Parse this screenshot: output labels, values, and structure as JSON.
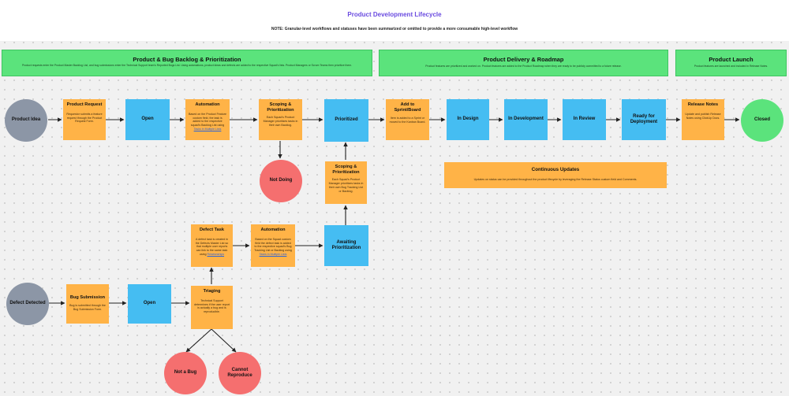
{
  "header": {
    "title": "Product Development Lifecycle",
    "note": "NOTE: Granular-level workflows and statuses have been summarized or omitted to provide a more consumable high-level workflow"
  },
  "phases": [
    {
      "title": "Product & Bug Backlog & Prioritization",
      "desc": "Product requests enter the Product Master Backlog List, and bug submissions enter the Technical Support team's Reported Bugs List. Using automations, product ideas and defects are added to the respective Squad's lists. Product Managers or Scrum Teams then prioritize them."
    },
    {
      "title": "Product Delivery & Roadmap",
      "desc": "Product features are prioritized and worked on. Product features are added to the Product Roadmap when they are ready to be publicly committed to a future release."
    },
    {
      "title": "Product Launch",
      "desc": "Product features are launched and included in Release Notes."
    }
  ],
  "nodes": {
    "product_idea": "Product Idea",
    "product_request": {
      "title": "Product Request",
      "desc": "Requestor submits a feature request through the Product Request Form."
    },
    "open_1": "Open",
    "automation_1": {
      "title": "Automation",
      "desc": "Based on the Product Feature custom field, the task is added to the respective squad's Backlog List using"
    },
    "automation_1_link": "Tasks in Multiple Lists",
    "scoping_1": {
      "title": "Scoping & Prioritization",
      "desc": "Each Squad's Product Manager prioritizes tasks in their own Backlog."
    },
    "prioritized": "Prioritized",
    "add_sprint": {
      "title": "Add to Sprint/Board",
      "desc": "Item is added to a Sprint or moved to the Kanban Board."
    },
    "in_design": "In Design",
    "in_development": "In Development",
    "in_review": "In Review",
    "ready_deploy": "Ready for Deployment",
    "release_notes": {
      "title": "Release Notes",
      "desc": "Update and publish Release Notes using ClickUp Docs."
    },
    "closed": "Closed",
    "not_doing": "Not Doing",
    "scoping_2": {
      "title": "Scoping & Prioritization",
      "desc": "Each Squad's Product Manager prioritizes tasks in their own Bug Tracking List or Backlog."
    },
    "continuous_updates": {
      "title": "Continuous Updates",
      "desc": "Updates on status can be provided throughout the product lifecycle by leveraging the Release Status custom field and Comments."
    },
    "defect_task": {
      "title": "Defect Task",
      "desc": "A defect task is created in the Defects Master List so that multiple user reports can link to the same task using"
    },
    "defect_task_link": "Relationships",
    "automation_2": {
      "title": "Automation",
      "desc": "Based on the Squad custom field the defect task is added to the respective squad's Bug Tracking List or Backlog using"
    },
    "automation_2_link": "Tasks in Multiple Lists",
    "awaiting": "Awaiting Prioritization",
    "defect_detected": "Defect Detected",
    "bug_submission": {
      "title": "Bug Submission",
      "desc": "Bug is submitted through the Bug Submission Form."
    },
    "open_2": "Open",
    "triaging": {
      "title": "Triaging",
      "desc": "Technical Support determines if the user report is actually a bug and is reproducible."
    },
    "not_a_bug": "Not a Bug",
    "cannot_reproduce": "Cannot Reproduce"
  },
  "colors": {
    "phase": "#5be37c",
    "start": "#8c96a6",
    "status": "#45bdf2",
    "task": "#ffb347",
    "end_positive": "#5be37c",
    "end_negative": "#f56f6f",
    "title_accent": "#6a4be0"
  }
}
